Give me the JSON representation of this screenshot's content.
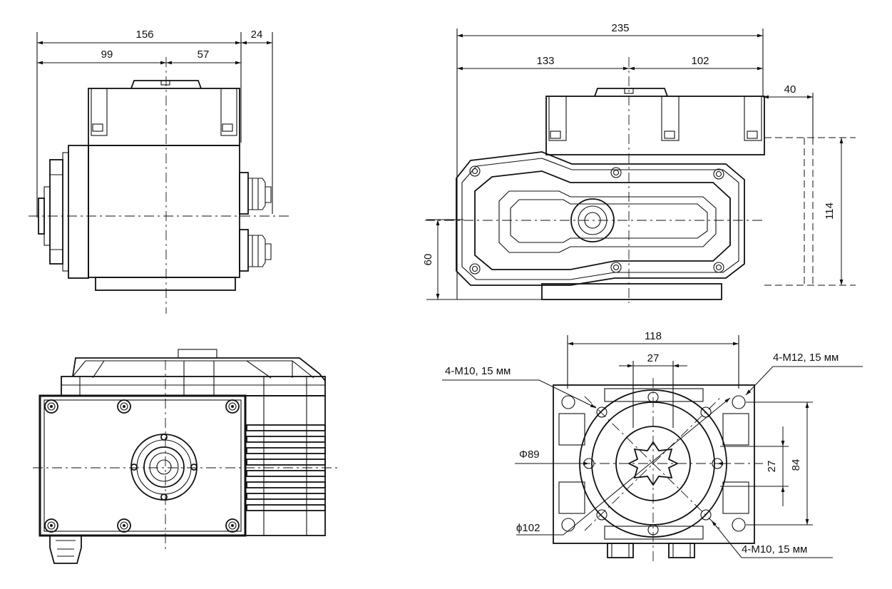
{
  "front_view": {
    "dims": {
      "overall_width": "156",
      "cover_ext": "24",
      "left_part": "99",
      "right_part": "57"
    }
  },
  "side_view": {
    "dims": {
      "overall_width": "235",
      "left_part": "133",
      "right_part": "102",
      "gland_ext": "40",
      "height": "114",
      "axis_height": "60"
    }
  },
  "flange_view": {
    "dims": {
      "bolt_span": "118",
      "square": "27",
      "square_v": "27",
      "bolt_span_v": "84"
    },
    "labels": {
      "top_left": "4-M10, 15 мм",
      "top_right": "4-M12, 15 мм",
      "bottom_right": "4-M10, 15 мм",
      "dia_inner": "Φ89",
      "dia_outer": "ϕ102"
    }
  }
}
